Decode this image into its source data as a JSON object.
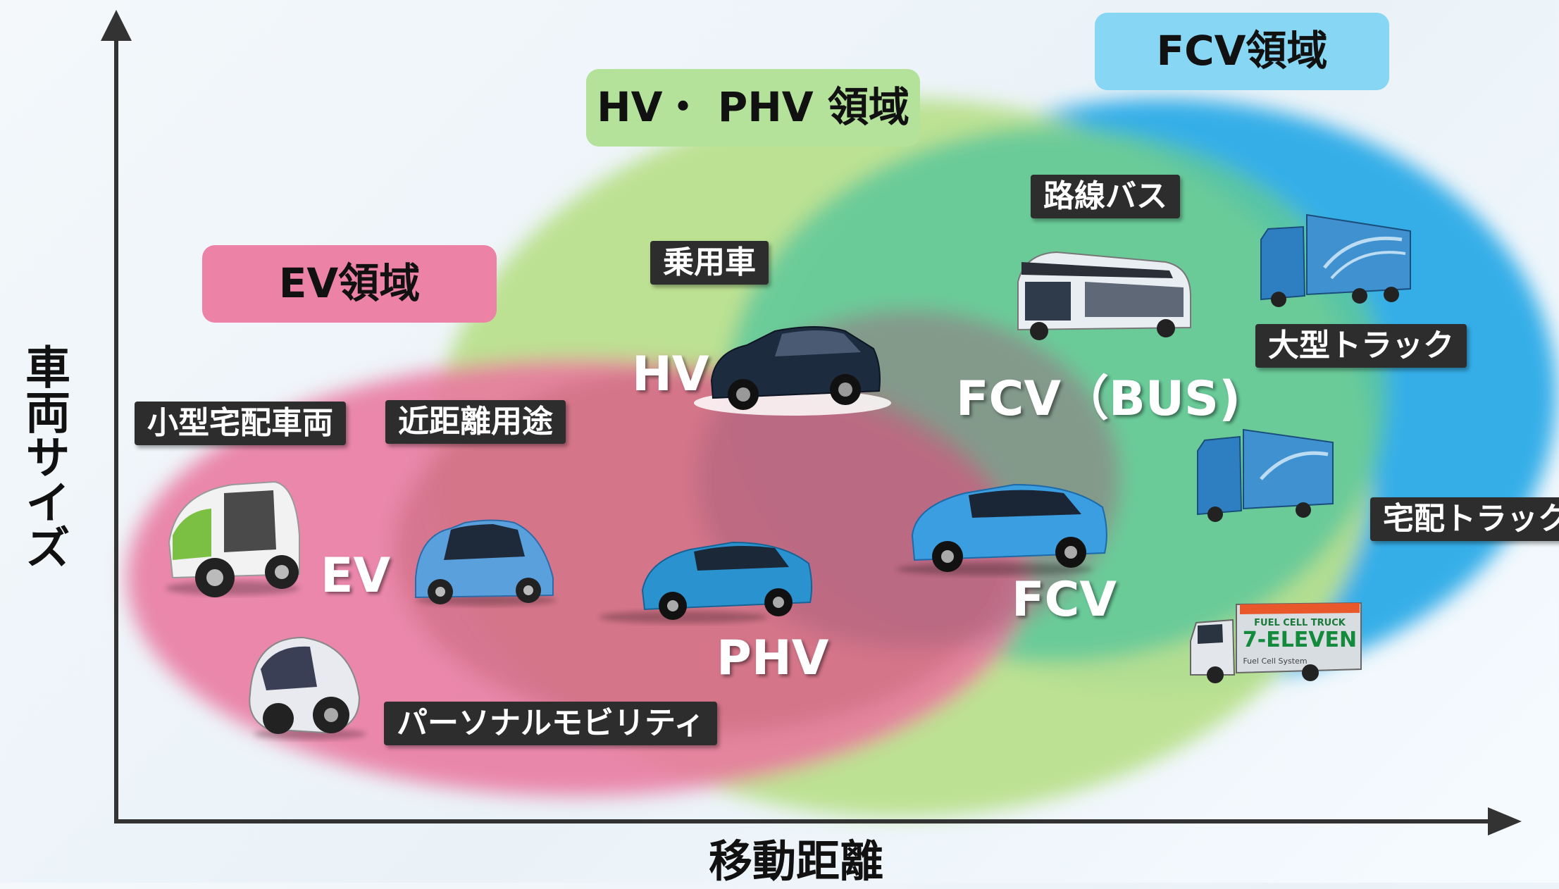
{
  "axes": {
    "y_label": "車両サイズ",
    "x_label": "移動距離"
  },
  "regions": {
    "ev": "EV領域",
    "hv_phv": "HV・ PHV 領域",
    "fcv": "FCV領域"
  },
  "category_tags": {
    "small_delivery": "小型宅配車両",
    "short_distance": "近距離用途",
    "passenger_car": "乗用車",
    "route_bus": "路線バス",
    "large_truck": "大型トラック",
    "delivery_truck": "宅配トラック",
    "personal_mobility": "パーソナルモビリティ"
  },
  "vehicle_labels": {
    "ev": "EV",
    "hv": "HV",
    "phv": "PHV",
    "fcv": "FCV",
    "fcv_bus": "FCV（BUS)"
  },
  "truck_text": {
    "brand": "7-ELEVEN",
    "top": "FUEL CELL TRUCK",
    "sub": "Fuel Cell System"
  },
  "colors": {
    "ev_region": "#e9789f",
    "hv_region": "#b9e08c",
    "fcv_region": "#35aee8",
    "ev_label_bg": "#ec82a6",
    "hv_label_bg": "#b5e29a",
    "fcv_label_bg": "#86d6f4"
  }
}
